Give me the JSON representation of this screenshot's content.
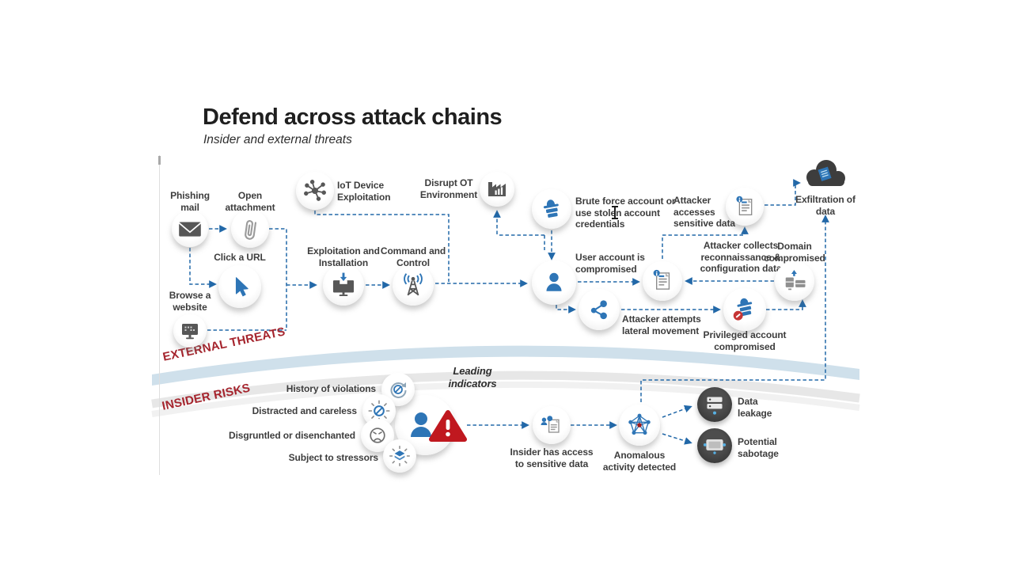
{
  "title": {
    "heading": "Defend across attack chains",
    "subheading": "Insider and external threats"
  },
  "zones": {
    "external_label": "EXTERNAL THREATS",
    "insider_label": "INSIDER RISKS",
    "leading_label": "Leading indicators"
  },
  "colors": {
    "accent_blue": "#2e75b6",
    "connector_blue": "#2268a8",
    "icon_gray": "#575757",
    "zone_red": "#a5242d",
    "alert_red": "#c0181f",
    "wave_blue": "#cfe0eb",
    "dark_circle": "#303030"
  },
  "cursor": {
    "kind": "text-ibeam"
  },
  "nodes": {
    "phishing_mail": {
      "label": "Phishing mail",
      "icon": "envelope-icon"
    },
    "open_attachment": {
      "label": "Open attachment",
      "icon": "paperclip-icon"
    },
    "click_url": {
      "label": "Click a URL",
      "icon": "mouse-cursor-icon"
    },
    "browse_website": {
      "label": "Browse a website",
      "icon": "website-monitor-icon"
    },
    "iot_device": {
      "label": "IoT Device Exploitation",
      "icon": "iot-network-icon"
    },
    "exploitation": {
      "label": "Exploitation and Installation",
      "icon": "install-monitor-icon"
    },
    "command_control": {
      "label": "Command and Control",
      "icon": "radio-tower-icon"
    },
    "disrupt_ot": {
      "label": "Disrupt OT Environment",
      "icon": "factory-icon"
    },
    "brute_force": {
      "label": "Brute force account or use stolen account credentials",
      "icon": "attacker-hat-icon"
    },
    "user_compromised": {
      "label": "User account is compromised",
      "icon": "user-icon"
    },
    "attacker_collects": {
      "label": "Attacker collects reconnaissance & configuration data",
      "icon": "document-info-icon"
    },
    "attacker_accesses": {
      "label": "Attacker accesses sensitive data",
      "icon": "document-info-icon"
    },
    "lateral_movement": {
      "label": "Attacker attempts lateral movement",
      "icon": "share-network-icon"
    },
    "privileged_account": {
      "label": "Privileged account compromised",
      "icon": "attacker-alert-icon"
    },
    "domain_compromised": {
      "label": "Domain compromised",
      "icon": "devices-up-arrow-icon"
    },
    "exfiltration": {
      "label": "Exfiltration of data",
      "icon": "cloud-exfiltration-icon"
    },
    "history_violations": {
      "label": "History of violations",
      "icon": "history-block-icon"
    },
    "distracted": {
      "label": "Distracted and careless",
      "icon": "careless-block-icon"
    },
    "disgruntled": {
      "label": "Disgruntled or disenchanted",
      "icon": "frown-face-icon"
    },
    "stressors": {
      "label": "Subject to stressors",
      "icon": "stressors-icon"
    },
    "insider_alert": {
      "label": "",
      "icon": "person-warning-icon"
    },
    "insider_access": {
      "label": "Insider has access to sensitive data",
      "icon": "insider-document-icon"
    },
    "anomalous": {
      "label": "Anomalous activity detected",
      "icon": "anomaly-graph-icon"
    },
    "data_leakage": {
      "label": "Data leakage",
      "icon": "server-icon"
    },
    "potential_sabotage": {
      "label": "Potential sabotage",
      "icon": "device-icon"
    }
  }
}
